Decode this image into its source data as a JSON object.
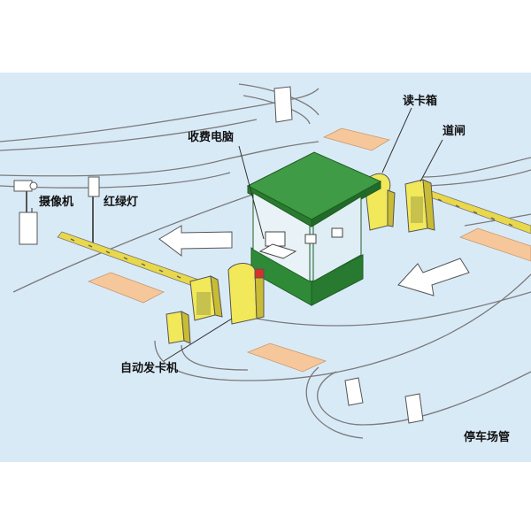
{
  "labels": {
    "reader_box": "读卡箱",
    "toll_computer": "收费电脑",
    "barrier_gate": "道闸",
    "camera": "摄像机",
    "traffic_light": "红绿灯",
    "card_dispenser": "自动发卡机",
    "parking_title": "停车场管"
  },
  "colors": {
    "ground": "#d9eaf7",
    "road_line": "#7a7a7a",
    "loop": "#f5c79a",
    "booth": "#2f8a38",
    "booth_roof": "#3f9b45",
    "device": "#f1e85a",
    "barrier": "#e8d84a"
  }
}
